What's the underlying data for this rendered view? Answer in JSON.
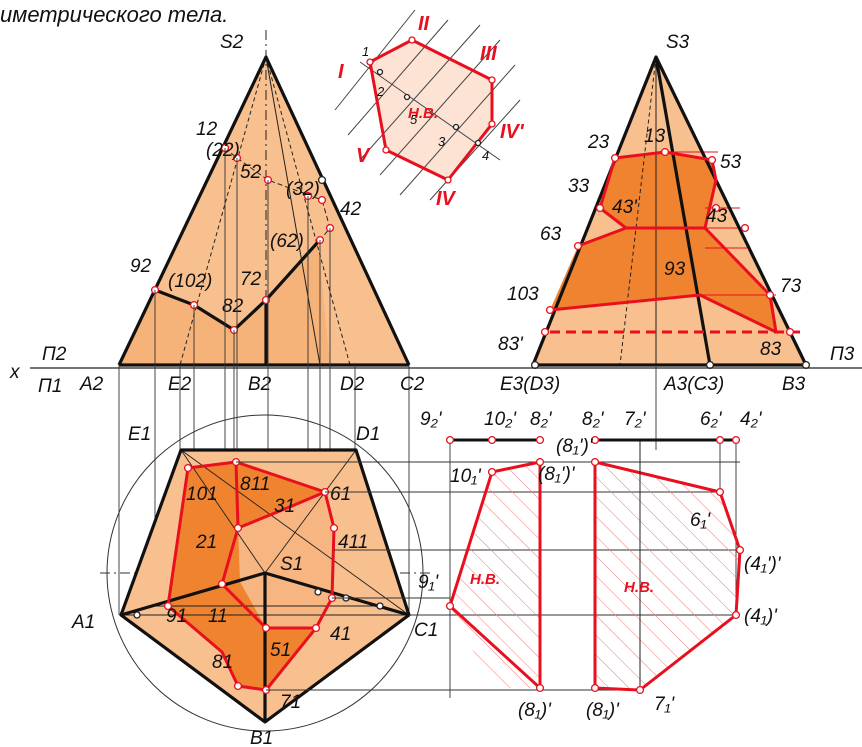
{
  "header_text": "иметрического тела.",
  "colors": {
    "solid_fill": "#f8bf8f",
    "section_fill": "#ef8330",
    "section_line": "#e8101e",
    "outline": "#111111"
  },
  "front_view": {
    "apex": "S2",
    "base": [
      "A2",
      "E2",
      "B2",
      "D2",
      "C2"
    ],
    "points": [
      "12",
      "(22)",
      "52",
      "(32)",
      "42",
      "(62)",
      "92",
      "(102)",
      "72",
      "82"
    ]
  },
  "side_view": {
    "apex": "S3",
    "base": [
      "E3(D3)",
      "A3(C3)",
      "B3"
    ],
    "points": [
      "23",
      "13",
      "53",
      "33",
      "43'",
      "43",
      "63",
      "93",
      "103",
      "73",
      "83'",
      "83"
    ]
  },
  "axis": {
    "x": "x",
    "p2": "П2",
    "p1": "П1",
    "p3": "П3"
  },
  "top_view": {
    "vertices": [
      "A1",
      "E1",
      "D1",
      "C1",
      "B1",
      "S1"
    ],
    "points": [
      "101",
      "811",
      "31",
      "61",
      "21",
      "411",
      "91",
      "11",
      "51",
      "41",
      "81",
      "71",
      "9₁'"
    ]
  },
  "true_shape_small": {
    "label": "Н.В.",
    "romans": [
      "I",
      "II",
      "III",
      "IV'",
      "IV",
      "V"
    ],
    "numbers": [
      "1",
      "2",
      "5",
      "3",
      "4"
    ]
  },
  "true_shape_a": {
    "label": "Н.В.",
    "top_labels": [
      "9₂'",
      "10₂'",
      "8₂'"
    ],
    "side_labels": [
      "10₁'",
      "(8₁')'",
      "(8₁)'"
    ]
  },
  "true_shape_b": {
    "label": "Н.В.",
    "top_labels": [
      "8₂'",
      "7₂'",
      "6₂'",
      "4₂'"
    ],
    "side_labels": [
      "(8₁')'",
      "6₁'",
      "(4₁')'",
      "(4₁)'",
      "(8₁)'",
      "7₁'"
    ]
  }
}
